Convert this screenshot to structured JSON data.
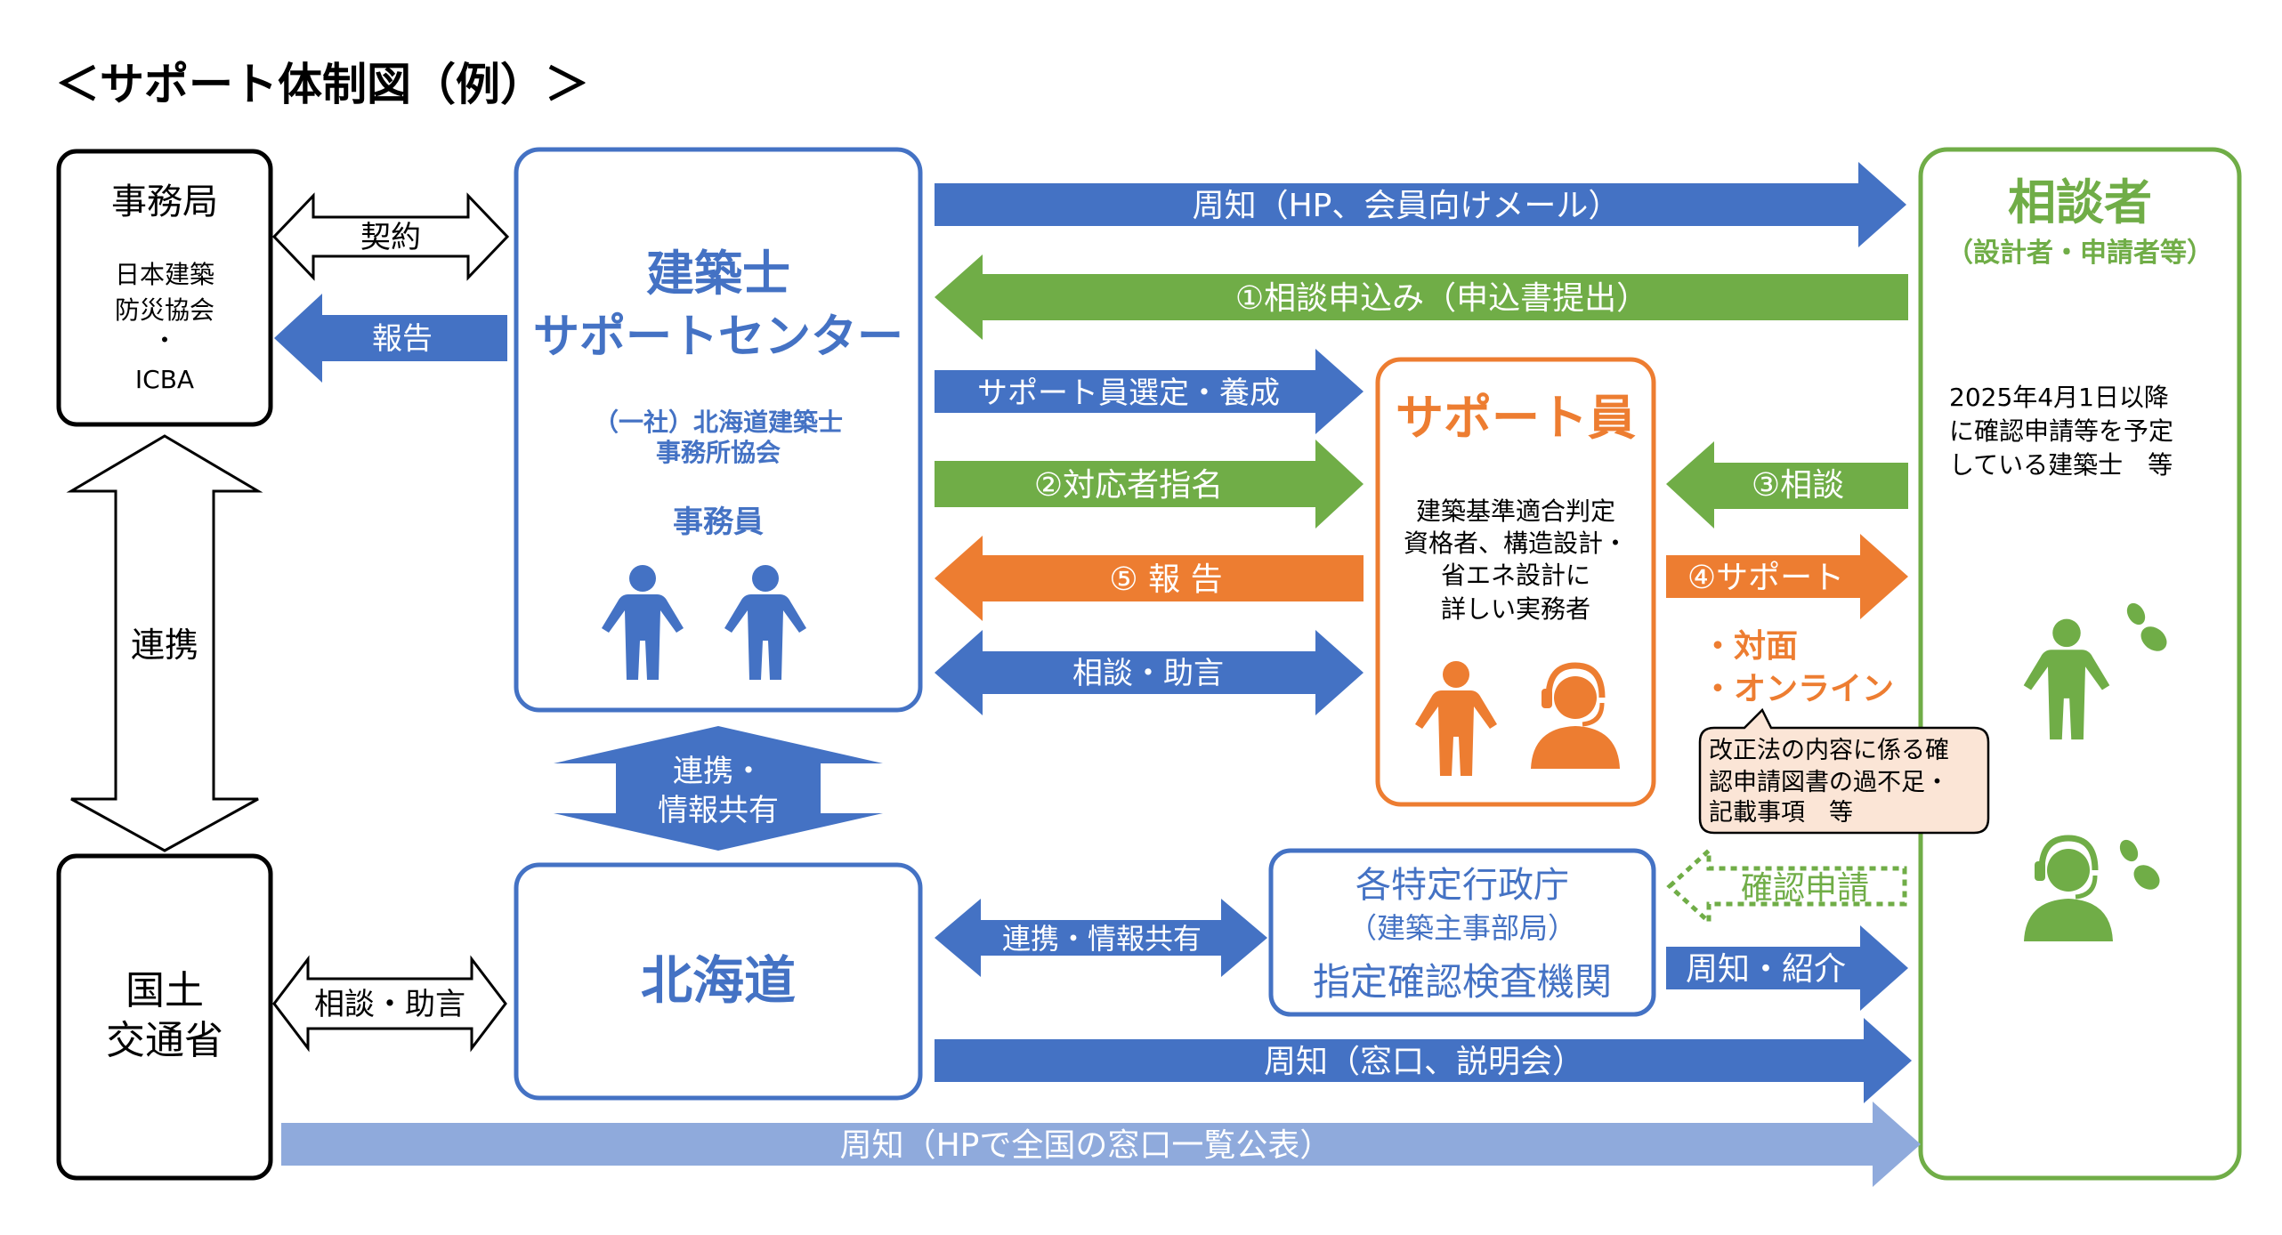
{
  "title": "＜サポート体制図（例）＞",
  "boxes": {
    "jimukyoku": {
      "title": "事務局",
      "lines": [
        "日本建築",
        "防災協会",
        "・",
        "ICBA"
      ]
    },
    "mlit": {
      "lines": [
        "国土",
        "交通省"
      ]
    },
    "center": {
      "title_lines": [
        "建築士",
        "サポートセンター"
      ],
      "org_lines": [
        "（一社）北海道建築士",
        "事務所協会"
      ],
      "staff_label": "事務員"
    },
    "hokkaido": {
      "title": "北海道"
    },
    "supporter": {
      "title": "サポート員",
      "lines": [
        "建築基準適合判定",
        "資格者、構造設計・",
        "省エネ設計に",
        "詳しい実務者"
      ]
    },
    "authority": {
      "line1": "各特定行政庁",
      "line2": "（建築主事部局）",
      "line3": "指定確認検査機関"
    },
    "consultant": {
      "title": "相談者",
      "subtitle": "（設計者・申請者等）",
      "lines": [
        "2025年4月1日以降",
        "に確認申請等を予定",
        "している建築士　等"
      ]
    }
  },
  "arrows": {
    "contract": "契約",
    "report_left": "報告",
    "renkei": "連携",
    "notice_hp": "周知（HP、会員向けメール）",
    "apply": "①相談申込み（申込書提出）",
    "select": "サポート員選定・養成",
    "assign": "②対応者指名",
    "report5": "⑤ 報 告",
    "advice_mid": "相談・助言",
    "consult3": "③相談",
    "support4": "④サポート",
    "share_lines": [
      "連携・",
      "情報共有"
    ],
    "share_h": "連携・情報共有",
    "advice_left": "相談・助言",
    "kakunin": "確認申請",
    "notice_intro": "周知・紹介",
    "notice_window": "周知（窓口、説明会）",
    "notice_list": "周知（HPで全国の窓口一覧公表）"
  },
  "modes": [
    "・対面",
    "・オンライン"
  ],
  "callout": [
    "改正法の内容に係る確",
    "認申請図書の過不足・",
    "記載事項　等"
  ],
  "icons": {
    "staff": "person-icon",
    "supporter": "person-icon",
    "operator": "headset-operator-icon",
    "consultant": "person-talking-icon",
    "consultant_online": "headset-talking-icon"
  },
  "colors": {
    "blue": "#4472C4",
    "green": "#70AD47",
    "orange": "#ED7D31",
    "light_blue": "#8FAADC",
    "black": "#000000",
    "callout_fill": "#FBE5D6"
  }
}
